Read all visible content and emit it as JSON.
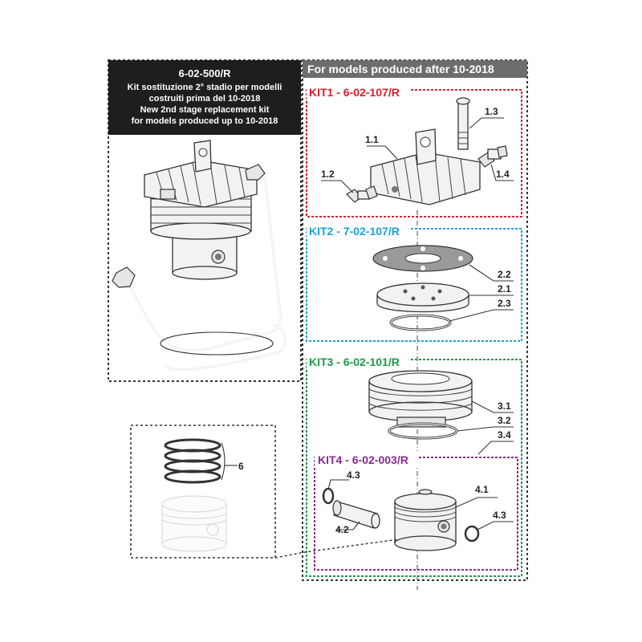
{
  "old_kit": {
    "code": "6-02-500/R",
    "lines": [
      "Kit sostituzione 2° stadio per modelli",
      "costruiti prima del 10-2018",
      "New 2nd stage replacement kit",
      "for models produced up to 10-2018"
    ]
  },
  "new_models": {
    "header": "For models produced after 10-2018"
  },
  "kits": [
    {
      "label": "KIT1 - 6-02-107/R",
      "color": "#d8202f"
    },
    {
      "label": "KIT2 - 7-02-107/R",
      "color": "#1aa3dd"
    },
    {
      "label": "KIT3 - 6-02-101/R",
      "color": "#1b9a49"
    },
    {
      "label": "KIT4 - 6-02-003/R",
      "color": "#8a2a8f"
    }
  ],
  "part_labels": {
    "p11": "1.1",
    "p12": "1.2",
    "p13": "1.3",
    "p14": "1.4",
    "p21": "2.1",
    "p22": "2.2",
    "p23": "2.3",
    "p31": "3.1",
    "p32": "3.2",
    "p34": "3.4",
    "p41": "4.1",
    "p42": "4.2",
    "p43a": "4.3",
    "p43b": "4.3",
    "p6": "6"
  },
  "colors": {
    "header_bg": "#6d6d6d",
    "title_bg": "#1e1e1e",
    "dotted": "#333333"
  }
}
